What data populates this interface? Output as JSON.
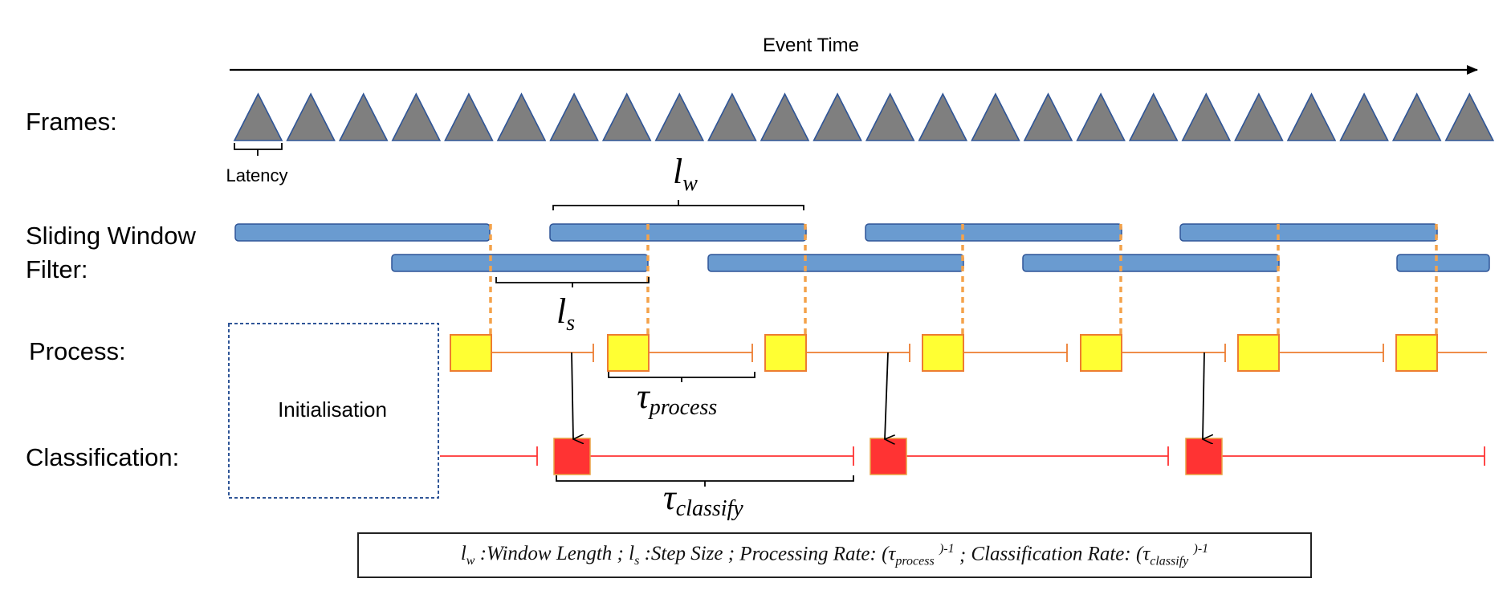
{
  "axis": {
    "title": "Event Time"
  },
  "row_labels": {
    "frames": "Frames:",
    "sliding_line1": "Sliding Window",
    "sliding_line2": "Filter:",
    "process": "Process:",
    "classification": "Classification:"
  },
  "latency_label": "Latency",
  "initialisation_label": "Initialisation",
  "symbols": {
    "lw_base": "l",
    "lw_sub": "w",
    "ls_base": "l",
    "ls_sub": "s",
    "tau": "τ",
    "tau_process_sub": "process",
    "tau_classify_sub": "classify"
  },
  "legend": {
    "lw": "l",
    "lw_sub": "w",
    "lw_text": ":Window Length ;",
    "ls": "l",
    "ls_sub": "s",
    "ls_text": ":Step Size ;",
    "proc_text": "Processing Rate: (τ",
    "proc_sub": "process",
    "proc_sup": ")-1",
    "sep": ";",
    "class_text": "Classification Rate: (τ",
    "class_sub": "classify",
    "class_sup": ")-1"
  },
  "colors": {
    "frame_fill": "#7f7f7f",
    "frame_stroke": "#2f5597",
    "window_fill": "#6a9bd0",
    "window_stroke": "#2f5597",
    "process_fill": "#ffff33",
    "process_stroke": "#ed7d31",
    "process_line": "#ed7d31",
    "classify_fill": "#ff3333",
    "classify_line": "#ff3333",
    "init_border": "#2f5597"
  },
  "counts": {
    "frames": 24,
    "windows": 8,
    "process_blocks": 7,
    "classify_blocks": 3
  }
}
